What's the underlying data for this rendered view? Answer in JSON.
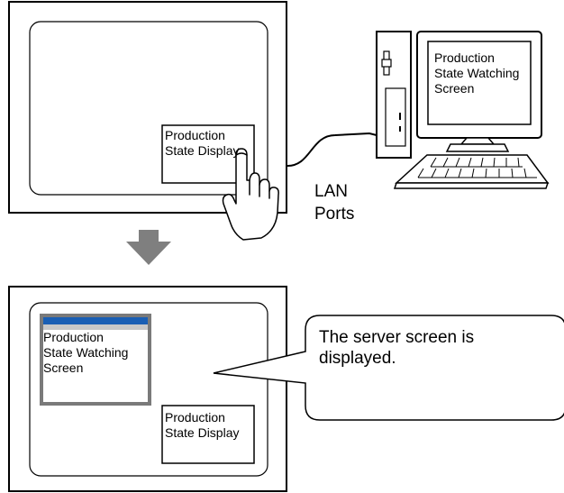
{
  "top_panel": {
    "button_label": "Production\nState Display"
  },
  "pc_monitor": {
    "screen_text": "Production\nState Watching\nScreen"
  },
  "connection": {
    "label": "LAN\nPorts"
  },
  "bottom_panel": {
    "window_text": "Production\nState Watching\nScreen",
    "button_label": "Production\nState Display"
  },
  "callout": {
    "text": "The server screen is\ndisplayed."
  },
  "colors": {
    "window_titlebar": "#1a5fb4",
    "window_border": "#7a7a7a",
    "arrow": "#7f7f7f"
  }
}
